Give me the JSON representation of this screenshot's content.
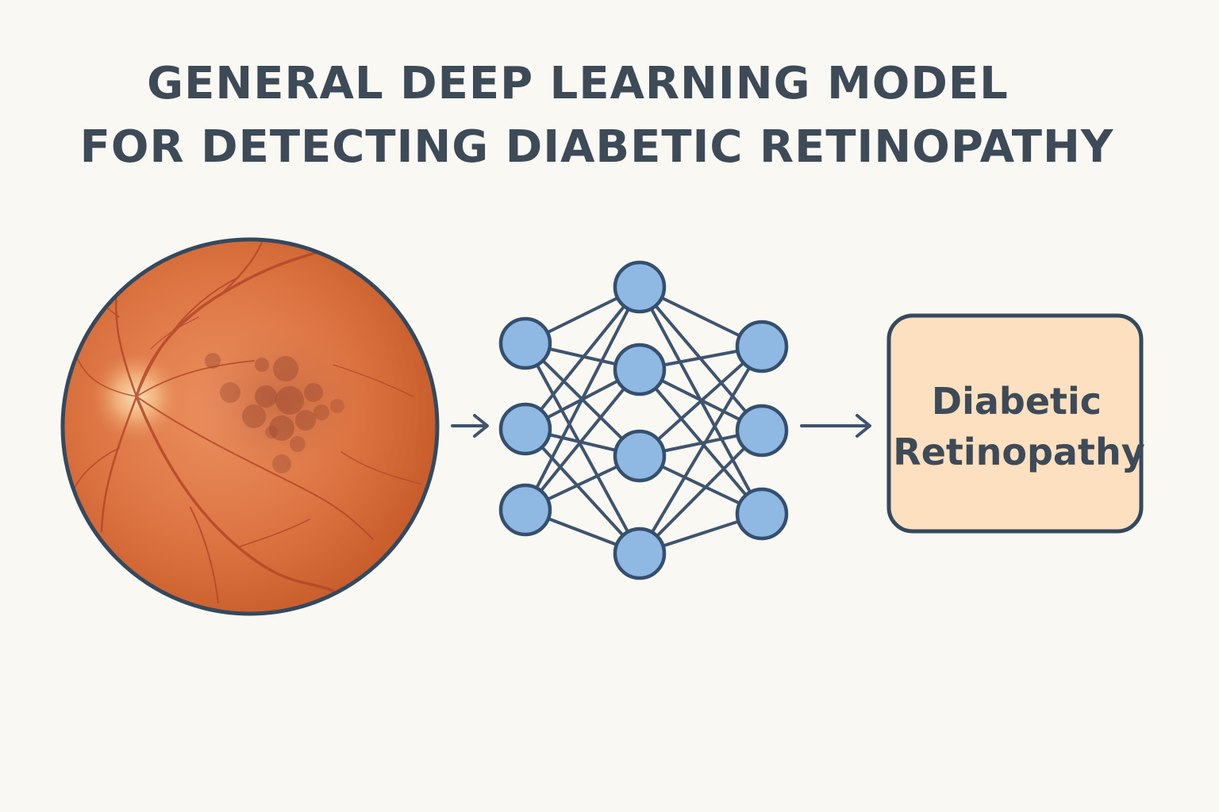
{
  "title": {
    "line1": "GENERAL DEEP LEARNING MODEL",
    "line2": "FOR DETECTING DIABETIC RETINOPATHY"
  },
  "output": {
    "line1": "Diabetic",
    "line2": "Retinopathy"
  },
  "colors": {
    "background": "#faf8f2",
    "title": "#3d4a58",
    "outline": "#34495e",
    "retina_center": "#e9874f",
    "retina_edge": "#c75c2a",
    "vessel": "#b4472a",
    "lesion": "#9c4a34",
    "node_fill": "#8fb8e3",
    "node_stroke": "#34506e",
    "edge": "#3e5470",
    "output_fill": "#fce0bf",
    "output_stroke": "#34495e",
    "output_text": "#3d4a58"
  },
  "icons": {
    "retina": "fundus-photo",
    "network": "neural-network",
    "arrow": "right-arrow"
  }
}
